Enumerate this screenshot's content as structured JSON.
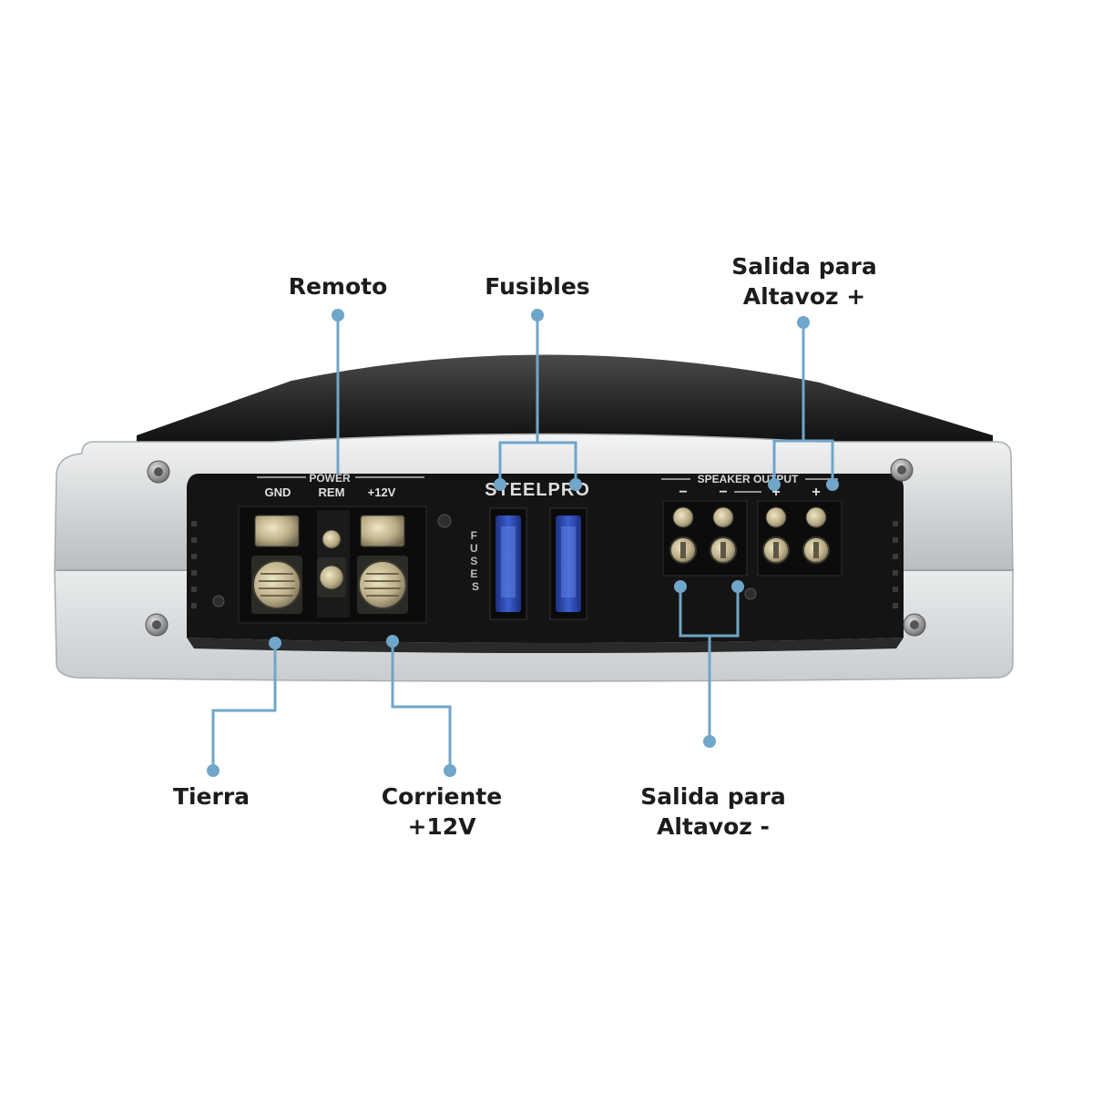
{
  "callouts": {
    "remoto": {
      "label": "Remoto"
    },
    "fusibles": {
      "label": "Fusibles"
    },
    "salida_pos": {
      "line1": "Salida para",
      "line2": "Altavoz +"
    },
    "tierra": {
      "label": "Tierra"
    },
    "corriente": {
      "line1": "Corriente",
      "line2": "+12V"
    },
    "salida_neg": {
      "line1": "Salida para",
      "line2": "Altavoz -"
    }
  },
  "device": {
    "brand": "STEELPRO",
    "power_group_label": "POWER",
    "terminal_labels": {
      "gnd": "GND",
      "rem": "REM",
      "plus12": "+12V"
    },
    "fuses_label": "FUSES",
    "speaker_output_label": "SPEAKER OUTPUT",
    "polarity": {
      "neg1": "−",
      "neg2": "−",
      "pos1": "+",
      "pos2": "+"
    }
  },
  "colors": {
    "callout_line": "#6fa6c9",
    "label_text": "#1c1c1c",
    "chassis_silver": "#d9dcde",
    "panel_black": "#141414",
    "fuse_blue": "#2f4fb8",
    "terminal_brass": "#b9ad86"
  }
}
